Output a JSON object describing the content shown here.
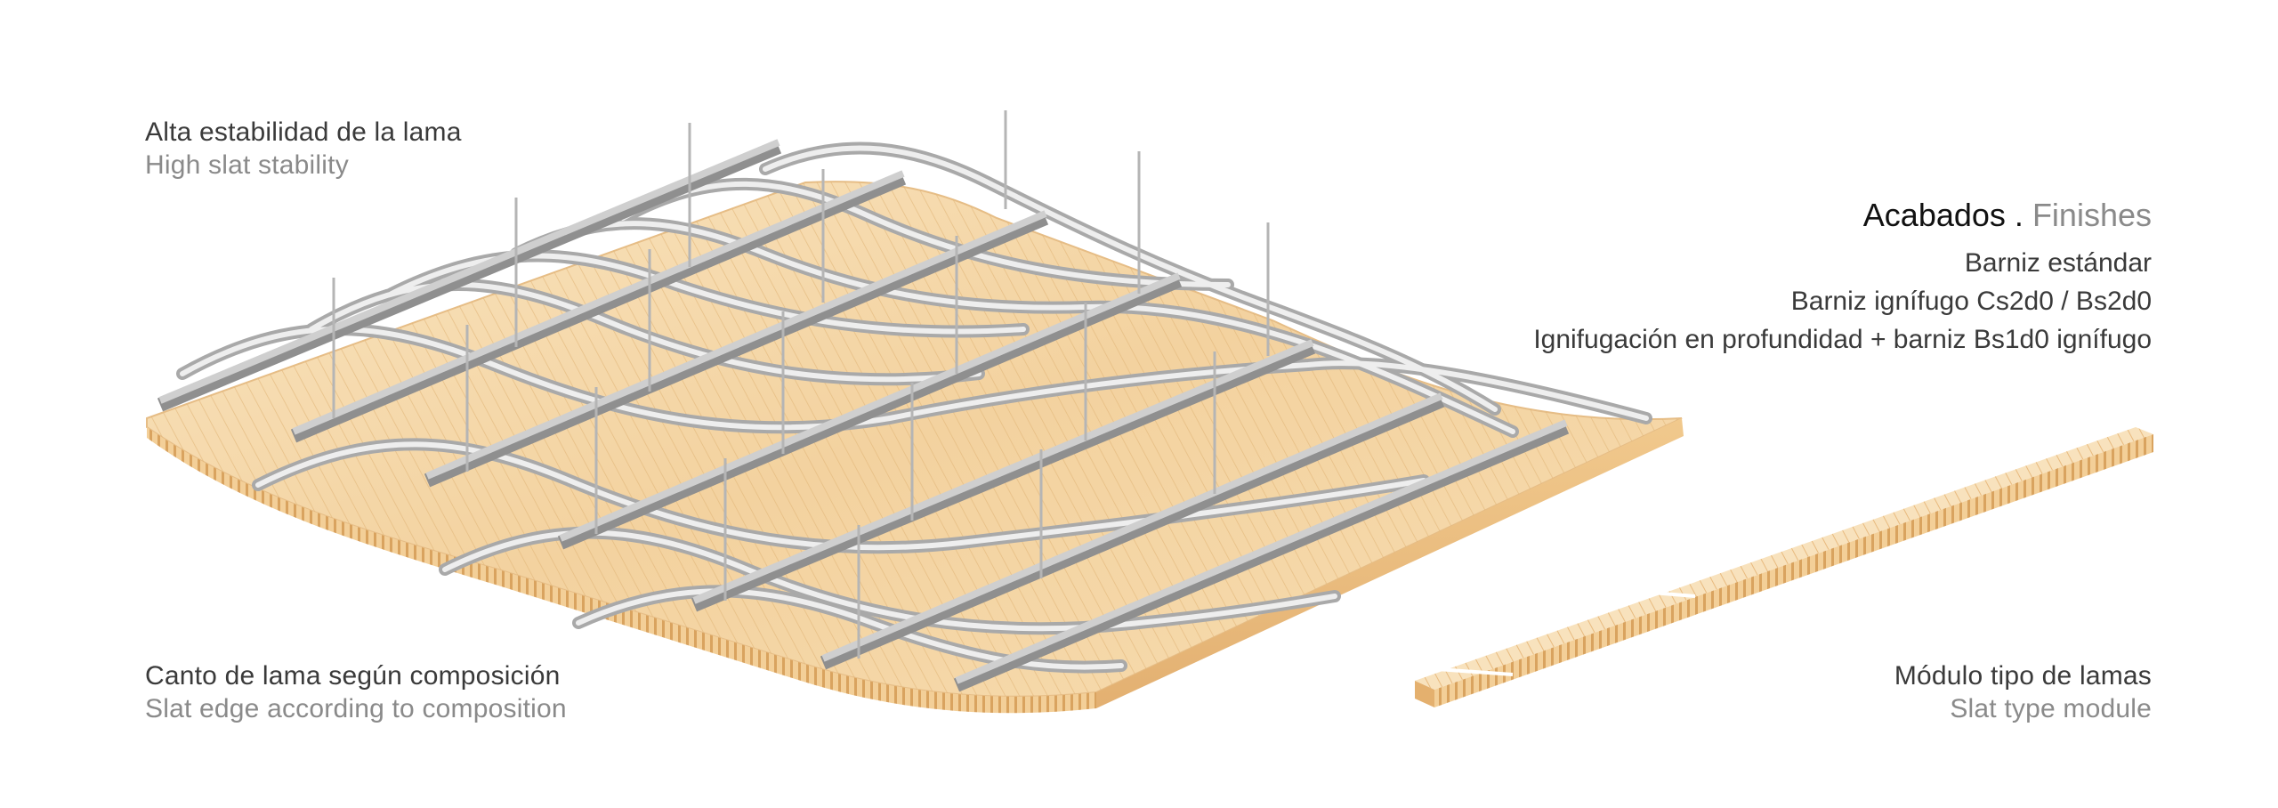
{
  "labels": {
    "stability": {
      "es": "Alta estabilidad de la lama",
      "en": "High slat stability"
    },
    "edge": {
      "es": "Canto de lama según composición",
      "en": "Slat edge according to composition"
    },
    "module": {
      "es": "Módulo tipo de lamas",
      "en": "Slat type module"
    }
  },
  "finishes": {
    "title_es": "Acabados",
    "separator": " . ",
    "title_en": "Finishes",
    "items": [
      "Barniz estándar",
      "Barniz ignífugo Cs2d0 / Bs2d0",
      "Ignifugación en profundidad + barniz Bs1d0 ignífugo"
    ]
  },
  "colors": {
    "wood_light": "#f7ddb3",
    "wood_mid": "#edc58c",
    "wood_edge": "#e0ad6c",
    "rail": "#b9b9b9",
    "rail_dark": "#8e8e8e",
    "text": "#3a3a3a",
    "text_muted": "#8a8a8a"
  }
}
